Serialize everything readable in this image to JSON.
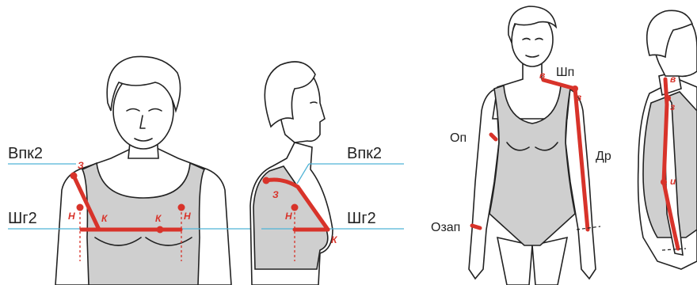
{
  "labels": {
    "vpk2_left": "Впк2",
    "shg2_left": "Шг2",
    "vpk2_right": "Впк2",
    "shg2_right": "Шг2",
    "op": "Оп",
    "ozap": "Озап",
    "shp": "Шп",
    "dr": "Др"
  },
  "points": {
    "z": "З",
    "n": "Н",
    "k": "К",
    "v": "в",
    "z_small": "з",
    "i": "и"
  },
  "colors": {
    "measurement": "#d8332a",
    "guide": "#4fb3d6",
    "garment": "#cfcfcf"
  }
}
